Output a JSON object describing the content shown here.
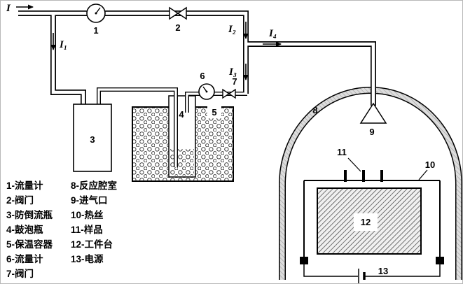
{
  "flows": {
    "inlet": "I",
    "i1": "I₁",
    "i2": "I₂",
    "i3": "I₃",
    "i4": "I₄"
  },
  "labels": {
    "n1": "1",
    "n2": "2",
    "n3": "3",
    "n4": "4",
    "n5": "5",
    "n6": "6",
    "n7": "7",
    "n8": "8",
    "n9": "9",
    "n10": "10",
    "n11": "11",
    "n12": "12",
    "n13": "13"
  },
  "legend": {
    "items": [
      "1-流量计",
      "2-阀门",
      "3-防倒流瓶",
      "4-鼓泡瓶",
      "5-保温容器",
      "6-流量计",
      "7-阀门",
      "8-反应腔室",
      "9-进气口",
      "10-热丝",
      "11-样品",
      "12-工件台",
      "13-电源"
    ]
  },
  "colors": {
    "line": "#000000",
    "wall_fill": "#dddddd",
    "hatch": "#3c3c3c"
  }
}
